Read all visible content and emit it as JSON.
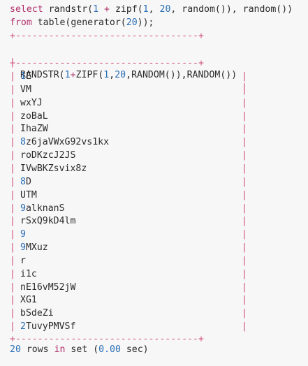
{
  "query": {
    "line1": {
      "select_kw": "select",
      "fn_randstr": "randstr(",
      "arg1": "1",
      "plus": "+",
      "fn_zipf": "zipf(",
      "zipf_a": "1",
      "comma1": ",",
      "zipf_b": "20",
      "comma2": ",",
      "random1": "random()),",
      "random2": "random())"
    },
    "line2": {
      "from_kw": "from",
      "table_fn": "table(generator(",
      "gen_n": "20",
      "tail": "));"
    }
  },
  "table": {
    "border": "+---------------------------------+",
    "header": "RANDSTR(1+ZIPF(1,20,RANDOM()),RANDOM())",
    "rows": [
      {
        "digit": "1",
        "rest": "E"
      },
      {
        "digit": "",
        "rest": "VM"
      },
      {
        "digit": "",
        "rest": "wxYJ"
      },
      {
        "digit": "",
        "rest": "zoBaL"
      },
      {
        "digit": "",
        "rest": "IhaZW"
      },
      {
        "digit": "8",
        "rest": "z6jaVWxG92vs1kx"
      },
      {
        "digit": "",
        "rest": "roDKzcJ2JS"
      },
      {
        "digit": "",
        "rest": "IVwBKZsvix8z"
      },
      {
        "digit": "8",
        "rest": "D"
      },
      {
        "digit": "",
        "rest": "UTM"
      },
      {
        "digit": "9",
        "rest": "alknanS"
      },
      {
        "digit": "",
        "rest": "rSxQ9kD4lm"
      },
      {
        "digit": "9",
        "rest": ""
      },
      {
        "digit": "9",
        "rest": "MXuz"
      },
      {
        "digit": "",
        "rest": "r"
      },
      {
        "digit": "",
        "rest": "i1c"
      },
      {
        "digit": "",
        "rest": "nE16vM52jW"
      },
      {
        "digit": "",
        "rest": "XG1"
      },
      {
        "digit": "",
        "rest": "bSdeZi"
      },
      {
        "digit": "2",
        "rest": "TuvyPMVSf"
      }
    ]
  },
  "footer": {
    "count": "20",
    "rows_word": "rows",
    "in_kw": "in",
    "set_word": "set",
    "open_paren": "(",
    "time": "0.00",
    "close": "sec)"
  },
  "colors": {
    "background": "#f7f7f8",
    "keyword": "#b0306a",
    "number": "#2b6fb5",
    "border": "#d0537a",
    "text": "#2b2b2b"
  }
}
